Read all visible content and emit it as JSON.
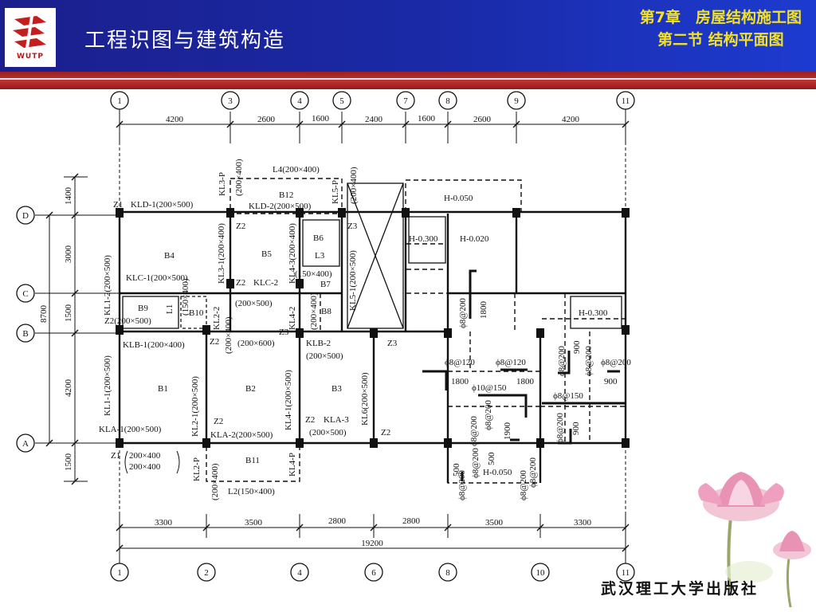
{
  "header": {
    "logo_text": "WUTP",
    "title": "工程识图与建筑构造",
    "chapter_line1": "第7章　房屋结构施工图",
    "chapter_line2": "第二节  结构平面图"
  },
  "footer": {
    "publisher": "武汉理工大学出版社"
  },
  "colors": {
    "header_blue": "#1a2aa8",
    "accent_yellow": "#f2e12a",
    "bar_red": "#c43232"
  },
  "plan": {
    "top_axes": [
      "1",
      "3",
      "4",
      "5",
      "7",
      "8",
      "9",
      "11"
    ],
    "bottom_axes": [
      "1",
      "2",
      "4",
      "6",
      "8",
      "10",
      "11"
    ],
    "row_axes": [
      "D",
      "C",
      "B",
      "A"
    ],
    "top_dims": [
      "4200",
      "2600",
      "1600",
      "2400",
      "1600",
      "2600",
      "4200"
    ],
    "bottom_dims": [
      "3300",
      "3500",
      "2800",
      "2800",
      "3500",
      "3300"
    ],
    "bottom_total": "19200",
    "left_dims": [
      "1400",
      "3000",
      "1500",
      "4200",
      "1500"
    ],
    "left_total": "8700",
    "labels": {
      "kld1": "KLD-1(200×500)",
      "z1_top": "Z1",
      "l4": "L4(200×400)",
      "kl3p": "KL3-P",
      "b12": "B12",
      "kld2": "KLD-2(200×500)",
      "kl5p": "KL5-P",
      "v200x400_a": "(200×400)",
      "v200x400_b": "(200×400)",
      "h0050_top": "H-0.050",
      "z2_a": "Z2",
      "b6": "B6",
      "l3": "L3",
      "z3_a": "Z3",
      "b4": "B4",
      "b5": "B5",
      "kl31": "KL3-1(200×400)",
      "kl43": "KL4-3(200×400)",
      "kl51": "KL5-1(200×500)",
      "h0300_a": "H-0.300",
      "h0020": "H-0.020",
      "klc1": "KLC-1(200×500)",
      "z2_b": "Z2",
      "klc2": "KLC-2",
      "l150x400": "(150×400)",
      "b7": "B7",
      "kl12": "KL1-2(200×500)",
      "b9": "B9",
      "l1": "L1",
      "b10": "B10",
      "l150x400_b": "(150×400)",
      "kl22": "KL2-2",
      "s200x500": "(200×500)",
      "kl42": "KL4-2",
      "v200x400_c": "(200×400)",
      "b8": "B8",
      "z2_c": "Z2(200×500)",
      "v200x400_d": "(200×400)",
      "z2_d": "Z2",
      "z3_b": "Z3",
      "phi8_200_a": "ϕ8@200",
      "d1800_a": "1800",
      "h0300_b": "H-0.300",
      "klb1": "KLB-1(200×400)",
      "s200x600": "(200×600)",
      "klb2": "KLB-2",
      "s200x500_b": "(200×500)",
      "z3_c": "Z3",
      "d900_a": "900",
      "phi8_200_b": "ϕ8@200",
      "phi8_200_c": "ϕ8@200",
      "phi8_120_a": "ϕ8@120",
      "phi8_120_b": "ϕ8@120",
      "phi8_200_d": "ϕ8@200",
      "d1800_b": "1800",
      "phi10_150": "ϕ10@150",
      "d1800_c": "1800",
      "d900_b": "900",
      "kl11": "KL1-1(200×500)",
      "b1": "B1",
      "kl21": "KL2-1(200×500)",
      "b2": "B2",
      "kl41": "KL4-1(200×500)",
      "b3": "B3",
      "kl6": "KL6(200×500)",
      "phi8_150": "ϕ8@150",
      "phi8_200_e": "ϕ8@200",
      "phi8_200_f": "ϕ8@200",
      "d1900": "1900",
      "phi8_200_g": "ϕ8@200",
      "d900_c": "900",
      "z2_e": "Z2",
      "kla3": "KLA-3",
      "kla1": "KLA-1(200×500)",
      "kla2": "KLA-2(200×500)",
      "z2_f": "Z2",
      "s200x500_c": "(200×500)",
      "z2_g": "Z2",
      "phi8_200_h": "ϕ8@200",
      "d500_a": "500",
      "d500_b": "500",
      "z1_bot": "Z1",
      "z1_size1": "200×400",
      "z1_size2": "200×400",
      "kl2p": "KL2-P",
      "b11": "B11",
      "kl4p": "KL4-P",
      "phi8_200_i": "ϕ8@200",
      "h0050_bot": "H-0.050",
      "phi8_200_j": "ϕ8@200",
      "phi8_200_k": "ϕ8@200",
      "v200x400_e": "(200×400)",
      "l2": "L2(150×400)"
    }
  }
}
